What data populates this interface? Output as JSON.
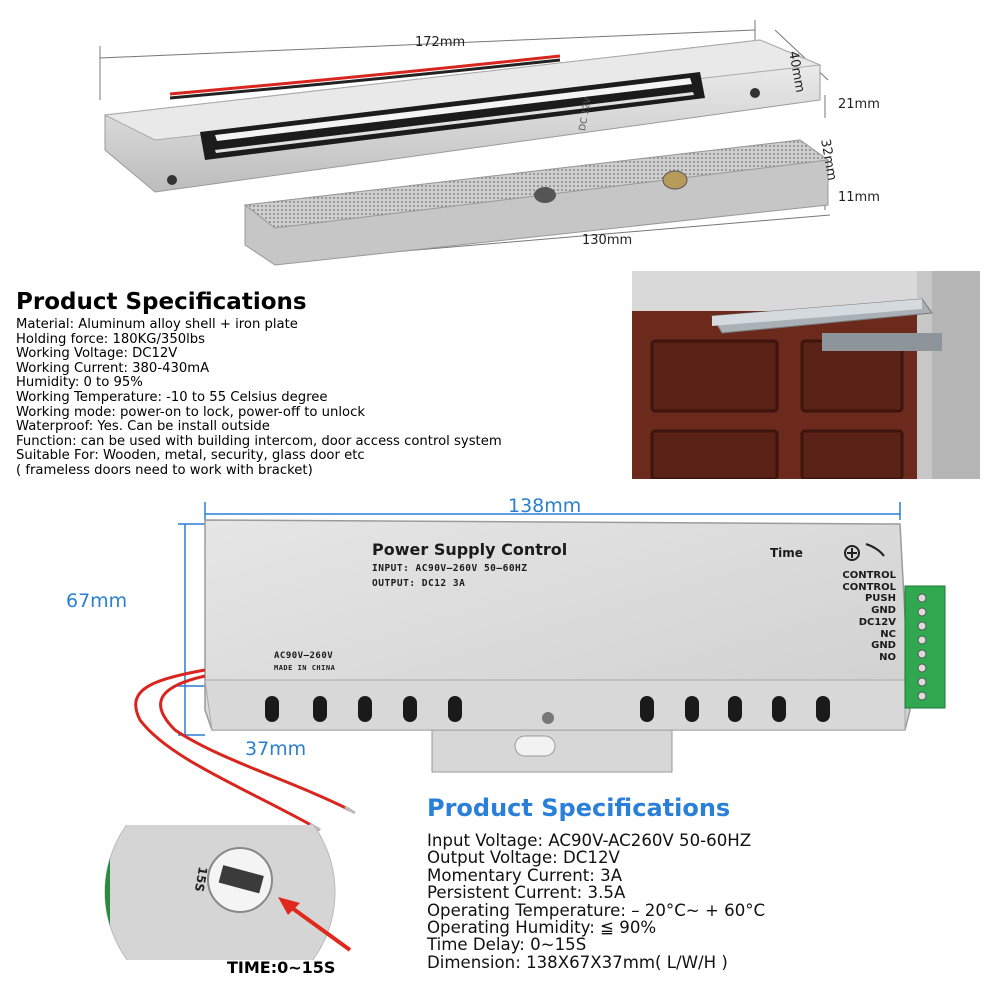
{
  "dimensions_top": {
    "length": "172mm",
    "width": "40mm",
    "height": "21mm",
    "plate_width": "32mm",
    "plate_height": "11mm",
    "plate_length": "130mm"
  },
  "magnet_label": "DC 12V",
  "spec1": {
    "title": "Product Specifications",
    "lines": [
      "Material: Aluminum alloy shell + iron plate",
      "Holding force: 180KG/350lbs",
      "Working Voltage: DC12V",
      "Working Current: 380-430mA",
      "Humidity: 0 to 95%",
      "Working Temperature: -10 to 55 Celsius degree",
      "Working mode: power-on to lock, power-off to unlock",
      "Waterproof: Yes. Can be install outside",
      "Function: can be used with building intercom, door access control system",
      "Suitable For: Wooden, metal, security, glass door etc",
      "( frameless doors need to work with bracket)"
    ]
  },
  "psu": {
    "dim_length": "138mm",
    "dim_height": "67mm",
    "dim_depth": "37mm",
    "title": "Power Supply Control",
    "input": "INPUT:  AC90V—260V 50—60HZ",
    "output": "OUTPUT:  DC12 3A",
    "ac_label": "AC90V—260V",
    "made_in": "MADE IN CHINA",
    "time_label": "Time",
    "terminals": [
      "CONTROL",
      "CONTROL",
      "PUSH",
      "GND",
      "DC12V",
      "NC",
      "GND",
      "NO"
    ]
  },
  "knob_label": "15S",
  "time_caption": "TIME:0~15S",
  "spec2": {
    "title": "Product Specifications",
    "lines": [
      "Input Voltage: AC90V-AC260V 50-60HZ",
      "Output Voltage: DC12V",
      "Momentary Current: 3A",
      "Persistent Current: 3.5A",
      "Operating Temperature: – 20°C~ + 60°C",
      "Operating Humidity: ≦ 90%",
      "Time Delay: 0~15S",
      "Dimension: 138X67X37mm( L/W/H )"
    ]
  },
  "colors": {
    "accent_blue": "#2a80d8",
    "terminal_green": "#2fa84f",
    "wire_red": "#d8261e",
    "arrow_red": "#e0281c"
  }
}
